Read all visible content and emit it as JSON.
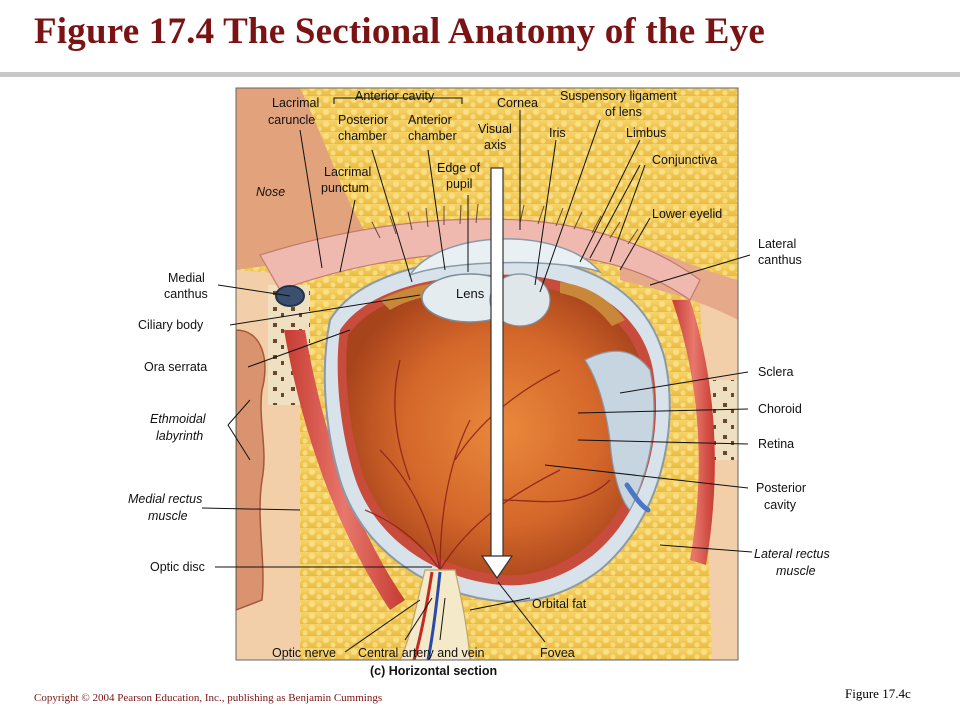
{
  "title": "Figure 17.4  The Sectional Anatomy of the Eye",
  "figure_ref": "Figure 17.4c",
  "copyright": "Copyright © 2004 Pearson Education, Inc., publishing as Benjamin Cummings",
  "labels": {
    "lacrimal_caruncle": [
      "Lacrimal",
      "caruncle"
    ],
    "anterior_cavity": "Anterior cavity",
    "posterior_chamber": [
      "Posterior",
      "chamber"
    ],
    "anterior_chamber": [
      "Anterior",
      "chamber"
    ],
    "cornea": "Cornea",
    "suspensory_ligament": [
      "Suspensory ligament",
      "of lens"
    ],
    "visual_axis": [
      "Visual",
      "axis"
    ],
    "iris": "Iris",
    "limbus": "Limbus",
    "conjunctiva": "Conjunctiva",
    "lower_eyelid": "Lower eyelid",
    "edge_of_pupil": [
      "Edge of",
      "pupil"
    ],
    "lacrimal_punctum": [
      "Lacrimal",
      "punctum"
    ],
    "nose": "Nose",
    "lens": "Lens",
    "medial_canthus": [
      "Medial",
      "canthus"
    ],
    "lateral_canthus": [
      "Lateral",
      "canthus"
    ],
    "ciliary_body": "Ciliary body",
    "ora_serrata": "Ora serrata",
    "ethmoidal_labyrinth": [
      "Ethmoidal",
      "labyrinth"
    ],
    "medial_rectus": [
      "Medial rectus",
      "muscle"
    ],
    "optic_disc": "Optic disc",
    "optic_nerve": "Optic nerve",
    "central_artery_vein": "Central artery and vein",
    "fovea": "Fovea",
    "orbital_fat": "Orbital fat",
    "sclera": "Sclera",
    "choroid": "Choroid",
    "retina": "Retina",
    "posterior_cavity": [
      "Posterior",
      "cavity"
    ],
    "lateral_rectus": [
      "Lateral rectus",
      "muscle"
    ],
    "caption": "(c) Horizontal section"
  }
}
